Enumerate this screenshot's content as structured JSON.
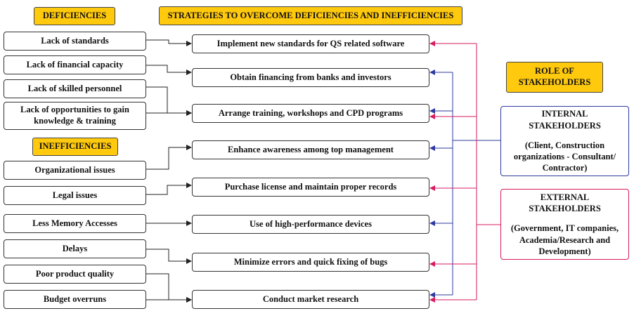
{
  "headers": {
    "deficiencies": "DEFICIENCIES",
    "inefficiencies": "INEFFICIENCIES",
    "strategies": "STRATEGIES TO OVERCOME DEFICIENCIES AND INEFFICIENCIES",
    "role_line1": "ROLE OF",
    "role_line2": "STAKEHOLDERS"
  },
  "deficiencies": [
    "Lack of standards",
    "Lack of financial capacity",
    "Lack of skilled personnel",
    "Lack of opportunities to gain knowledge & training"
  ],
  "inefficiencies": [
    "Organizational issues",
    "Legal issues",
    "Less Memory Accesses",
    "Delays",
    "Poor product quality",
    "Budget overruns"
  ],
  "strategies": [
    "Implement new standards for QS related software",
    "Obtain financing from banks and investors",
    "Arrange training, workshops and CPD programs",
    "Enhance awareness among top management",
    "Purchase license and maintain proper records",
    "Use of high-performance devices",
    "Minimize errors and quick fixing of bugs",
    "Conduct market research"
  ],
  "internal": {
    "title_line1": "INTERNAL",
    "title_line2": "STAKEHOLDERS",
    "desc_line1": "(Client, Construction",
    "desc_line2": "organizations - Consultant/",
    "desc_line3": "Contractor)"
  },
  "external": {
    "title_line1": "EXTERNAL",
    "title_line2": "STAKEHOLDERS",
    "desc_line1": "(Government, IT companies,",
    "desc_line2": "Academia/Research and",
    "desc_line3": "Development)"
  },
  "colors": {
    "header_fill": "#ffc90e",
    "internal": "#2e3a9e",
    "external": "#d81b60",
    "connector": "#222222"
  }
}
